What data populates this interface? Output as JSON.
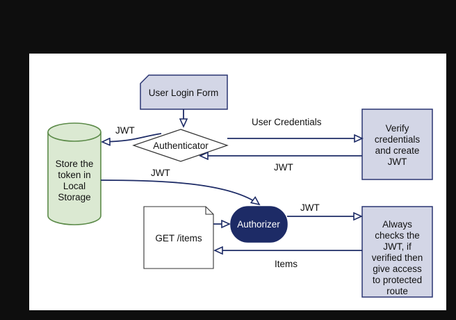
{
  "nodes": {
    "login_form": "User Login Form",
    "authenticator": "Authenticator",
    "verify": [
      "Verify",
      "credentials",
      "and create",
      "JWT"
    ],
    "storage": [
      "Store the",
      "token in",
      "Local",
      "Storage"
    ],
    "get_items": "GET /items",
    "authorizer": "Authorizer",
    "always_checks": [
      "Always",
      "checks the",
      "JWT, if",
      "verified then",
      "give access",
      "to protected",
      "route"
    ]
  },
  "edges": {
    "user_credentials": "User Credentials",
    "jwt_back": "JWT",
    "jwt_to_storage": "JWT",
    "jwt_storage_to_authorizer": "JWT",
    "jwt_to_check": "JWT",
    "items": "Items"
  },
  "colors": {
    "box_fill": "#d3d6e6",
    "box_stroke": "#2a3572",
    "cylinder_fill": "#dbe9d2",
    "cylinder_stroke": "#5b8a48",
    "authorizer_fill": "#1d2b66",
    "edge": "#1d2b66"
  }
}
